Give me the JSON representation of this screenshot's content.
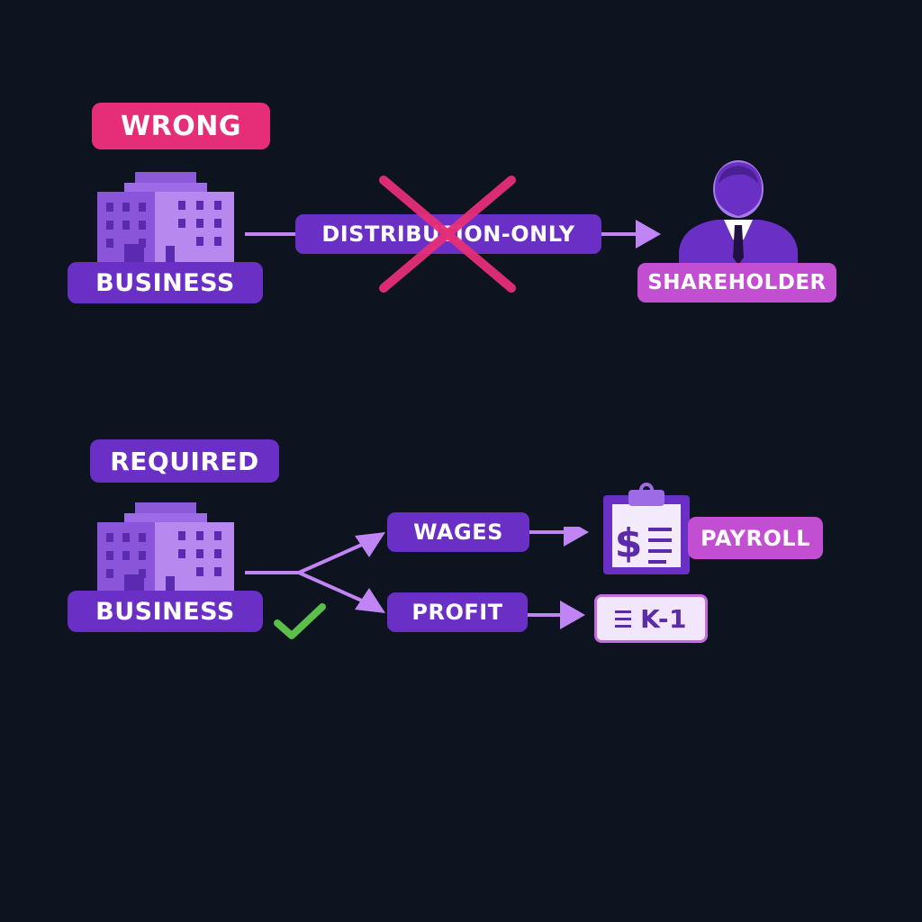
{
  "wrong_panel": {
    "tag": "WRONG",
    "source_label": "BUSINESS",
    "flow_label": "DISTRIBUTION-ONLY",
    "target_label": "SHAREHOLDER",
    "source_icon": "office-building-icon",
    "target_icon": "person-in-suit-icon",
    "invalid_marker": "red-x-icon"
  },
  "required_panel": {
    "tag": "REQUIRED",
    "source_label": "BUSINESS",
    "source_icon": "office-building-icon",
    "valid_marker": "green-checkmark-icon",
    "branches": [
      {
        "label": "WAGES",
        "target_label": "PAYROLL",
        "target_icon": "clipboard-dollar-icon"
      },
      {
        "label": "PROFIT",
        "target_label": "K-1",
        "target_icon": "document-lines-icon"
      }
    ]
  },
  "colors": {
    "background": "#0d131f",
    "purple": "#6a2fc4",
    "light_purple": "#c084f5",
    "magenta": "#c24fd1",
    "wrong": "#e62e78",
    "check": "#5bbf4a"
  }
}
